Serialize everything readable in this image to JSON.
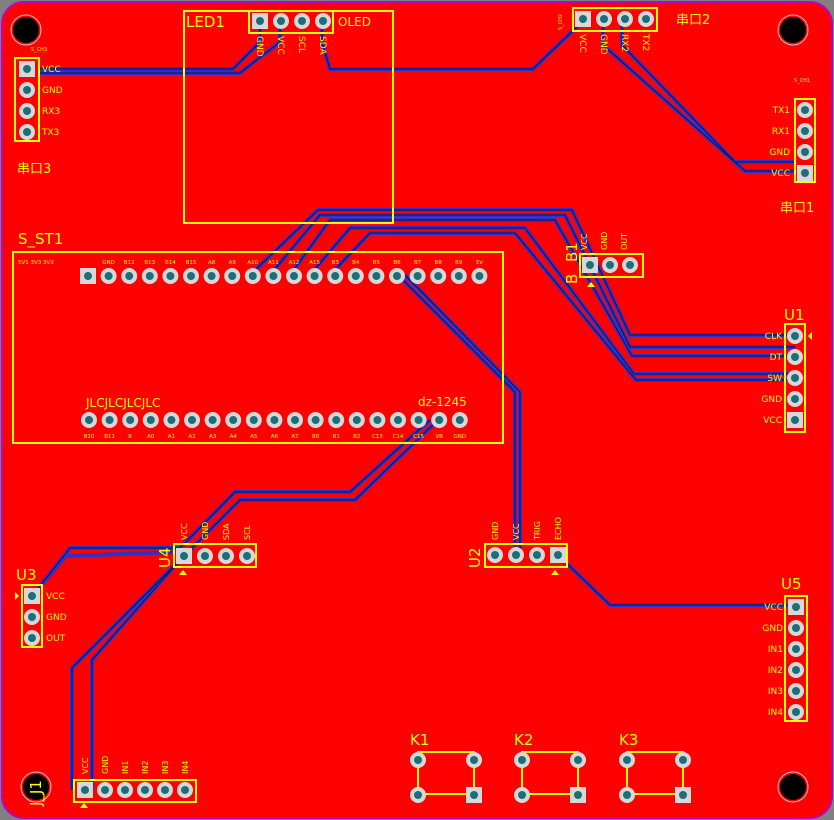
{
  "colors": {
    "board": "#ff0000",
    "outline": "#c000c0",
    "silk": "#ffff00",
    "trace": "#3030c8",
    "pad": "#d8d8d8",
    "hole": "#1c6f78",
    "background": "#808080"
  },
  "designators": {
    "led1": "LED1",
    "oled": "OLED",
    "j2": "串口2",
    "j3": "串口3",
    "j1_uart": "串口1",
    "s_st1": "S_ST1",
    "b1": "B1",
    "b_mark": "B",
    "u1": "U1",
    "u2": "U2",
    "u3": "U3",
    "u4": "U4",
    "u5": "U5",
    "j_j1": "J_J1",
    "k1": "K1",
    "k2": "K2",
    "k3": "K3"
  },
  "small_labels": {
    "s_ch1": "S_CH1",
    "s_ch2": "S_CH2",
    "s_ch3": "S_CH3",
    "jlc": "JLCJLCJLCJLC",
    "part_no": "dz-1245"
  },
  "pins": {
    "oled": [
      "GND",
      "VCC",
      "SCL",
      "SDA"
    ],
    "j2": [
      "VCC",
      "GND",
      "RX2",
      "TX2"
    ],
    "j3": [
      "VCC",
      "GND",
      "RX3",
      "TX3"
    ],
    "j1": [
      "TX1",
      "RX1",
      "GND",
      "VCC"
    ],
    "b1": [
      "VCC",
      "GND",
      "OUT"
    ],
    "u1": [
      "CLK",
      "DT",
      "SW",
      "GND",
      "VCC"
    ],
    "u2": [
      "GND",
      "VCC",
      "TRIG",
      "ECHO"
    ],
    "u3": [
      "VCC",
      "GND",
      "OUT"
    ],
    "u4": [
      "VCC",
      "GND",
      "SDA",
      "SCL"
    ],
    "u5": [
      "VCC",
      "GND",
      "IN1",
      "IN2",
      "IN3",
      "IN4"
    ],
    "jj1": [
      "VCC",
      "GND",
      "IN1",
      "IN2",
      "IN3",
      "IN4"
    ],
    "st_top": [
      "5V1 3V3 3V3",
      "GND",
      "B12",
      "B13",
      "B14",
      "B15",
      "A8",
      "A9",
      "A10",
      "A11",
      "A12",
      "A15",
      "B3",
      "B4",
      "B5",
      "B6",
      "B7",
      "B8",
      "B9",
      "5V"
    ],
    "st_bot": [
      "B10",
      "B11",
      "R",
      "A0",
      "A1",
      "A2",
      "A3",
      "A4",
      "A5",
      "A6",
      "A7",
      "B0",
      "B1",
      "B2",
      "C13",
      "C14",
      "C15",
      "VB",
      "GND"
    ]
  }
}
